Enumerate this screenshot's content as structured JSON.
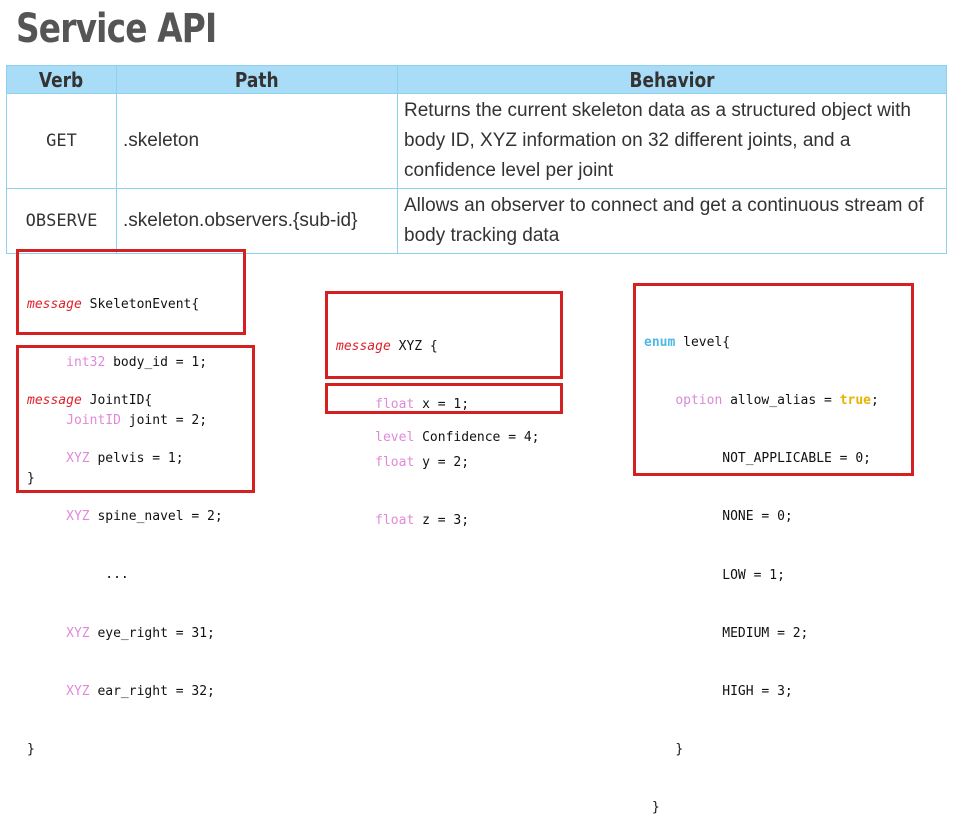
{
  "title": "Service API",
  "table": {
    "headers": [
      "Verb",
      "Path",
      "Behavior"
    ],
    "rows": [
      {
        "verb": "GET",
        "path": ".skeleton",
        "behavior": "Returns the current skeleton data as a structured object with body ID, XYZ information on 32 different joints, and a confidence level per joint"
      },
      {
        "verb": "OBSERVE",
        "path": ".skeleton.observers.{sub-id}",
        "behavior": "Allows an observer to connect and get a continuous stream of body tracking data"
      }
    ]
  },
  "code": {
    "skeleton_event": {
      "kw": "message",
      "name": "SkeletonEvent{",
      "f1_type": "int32",
      "f1_rest": "body_id = 1;",
      "f2_type": "JointID",
      "f2_rest": "joint = 2;",
      "close": "}"
    },
    "joint_id": {
      "kw": "message",
      "name": "JointID{",
      "type": "XYZ",
      "f1": "pelvis = 1;",
      "f2": "spine_navel = 2;",
      "ellipsis": "...",
      "f3": "eye_right = 31;",
      "f4": "ear_right = 32;",
      "close": "}"
    },
    "xyz": {
      "kw": "message",
      "name": "XYZ {",
      "type": "float",
      "f1": "x = 1;",
      "f2": "y = 2;",
      "f3": "z = 3;"
    },
    "confidence": {
      "type": "level",
      "rest": "Confidence = 4;"
    },
    "level_enum": {
      "kw": "enum",
      "name": "level{",
      "opt_kw": "option",
      "opt_rest": "allow_alias =",
      "opt_val": "true",
      "opt_end": ";",
      "v1": "NOT_APPLICABLE = 0;",
      "v2": "NONE = 0;",
      "v3": "LOW = 1;",
      "v4": "MEDIUM = 2;",
      "v5": "HIGH = 3;",
      "close_inner": "}",
      "close_outer": "}"
    }
  }
}
